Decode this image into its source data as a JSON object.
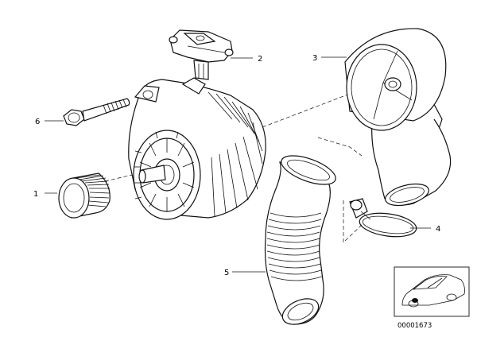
{
  "callouts": [
    {
      "id": "pulley",
      "label": "1"
    },
    {
      "id": "regulator",
      "label": "2"
    },
    {
      "id": "air-duct",
      "label": "3"
    },
    {
      "id": "hose-clamp",
      "label": "4"
    },
    {
      "id": "hose",
      "label": "5"
    },
    {
      "id": "bolt",
      "label": "6"
    }
  ],
  "inset": {
    "code": "00001673"
  }
}
